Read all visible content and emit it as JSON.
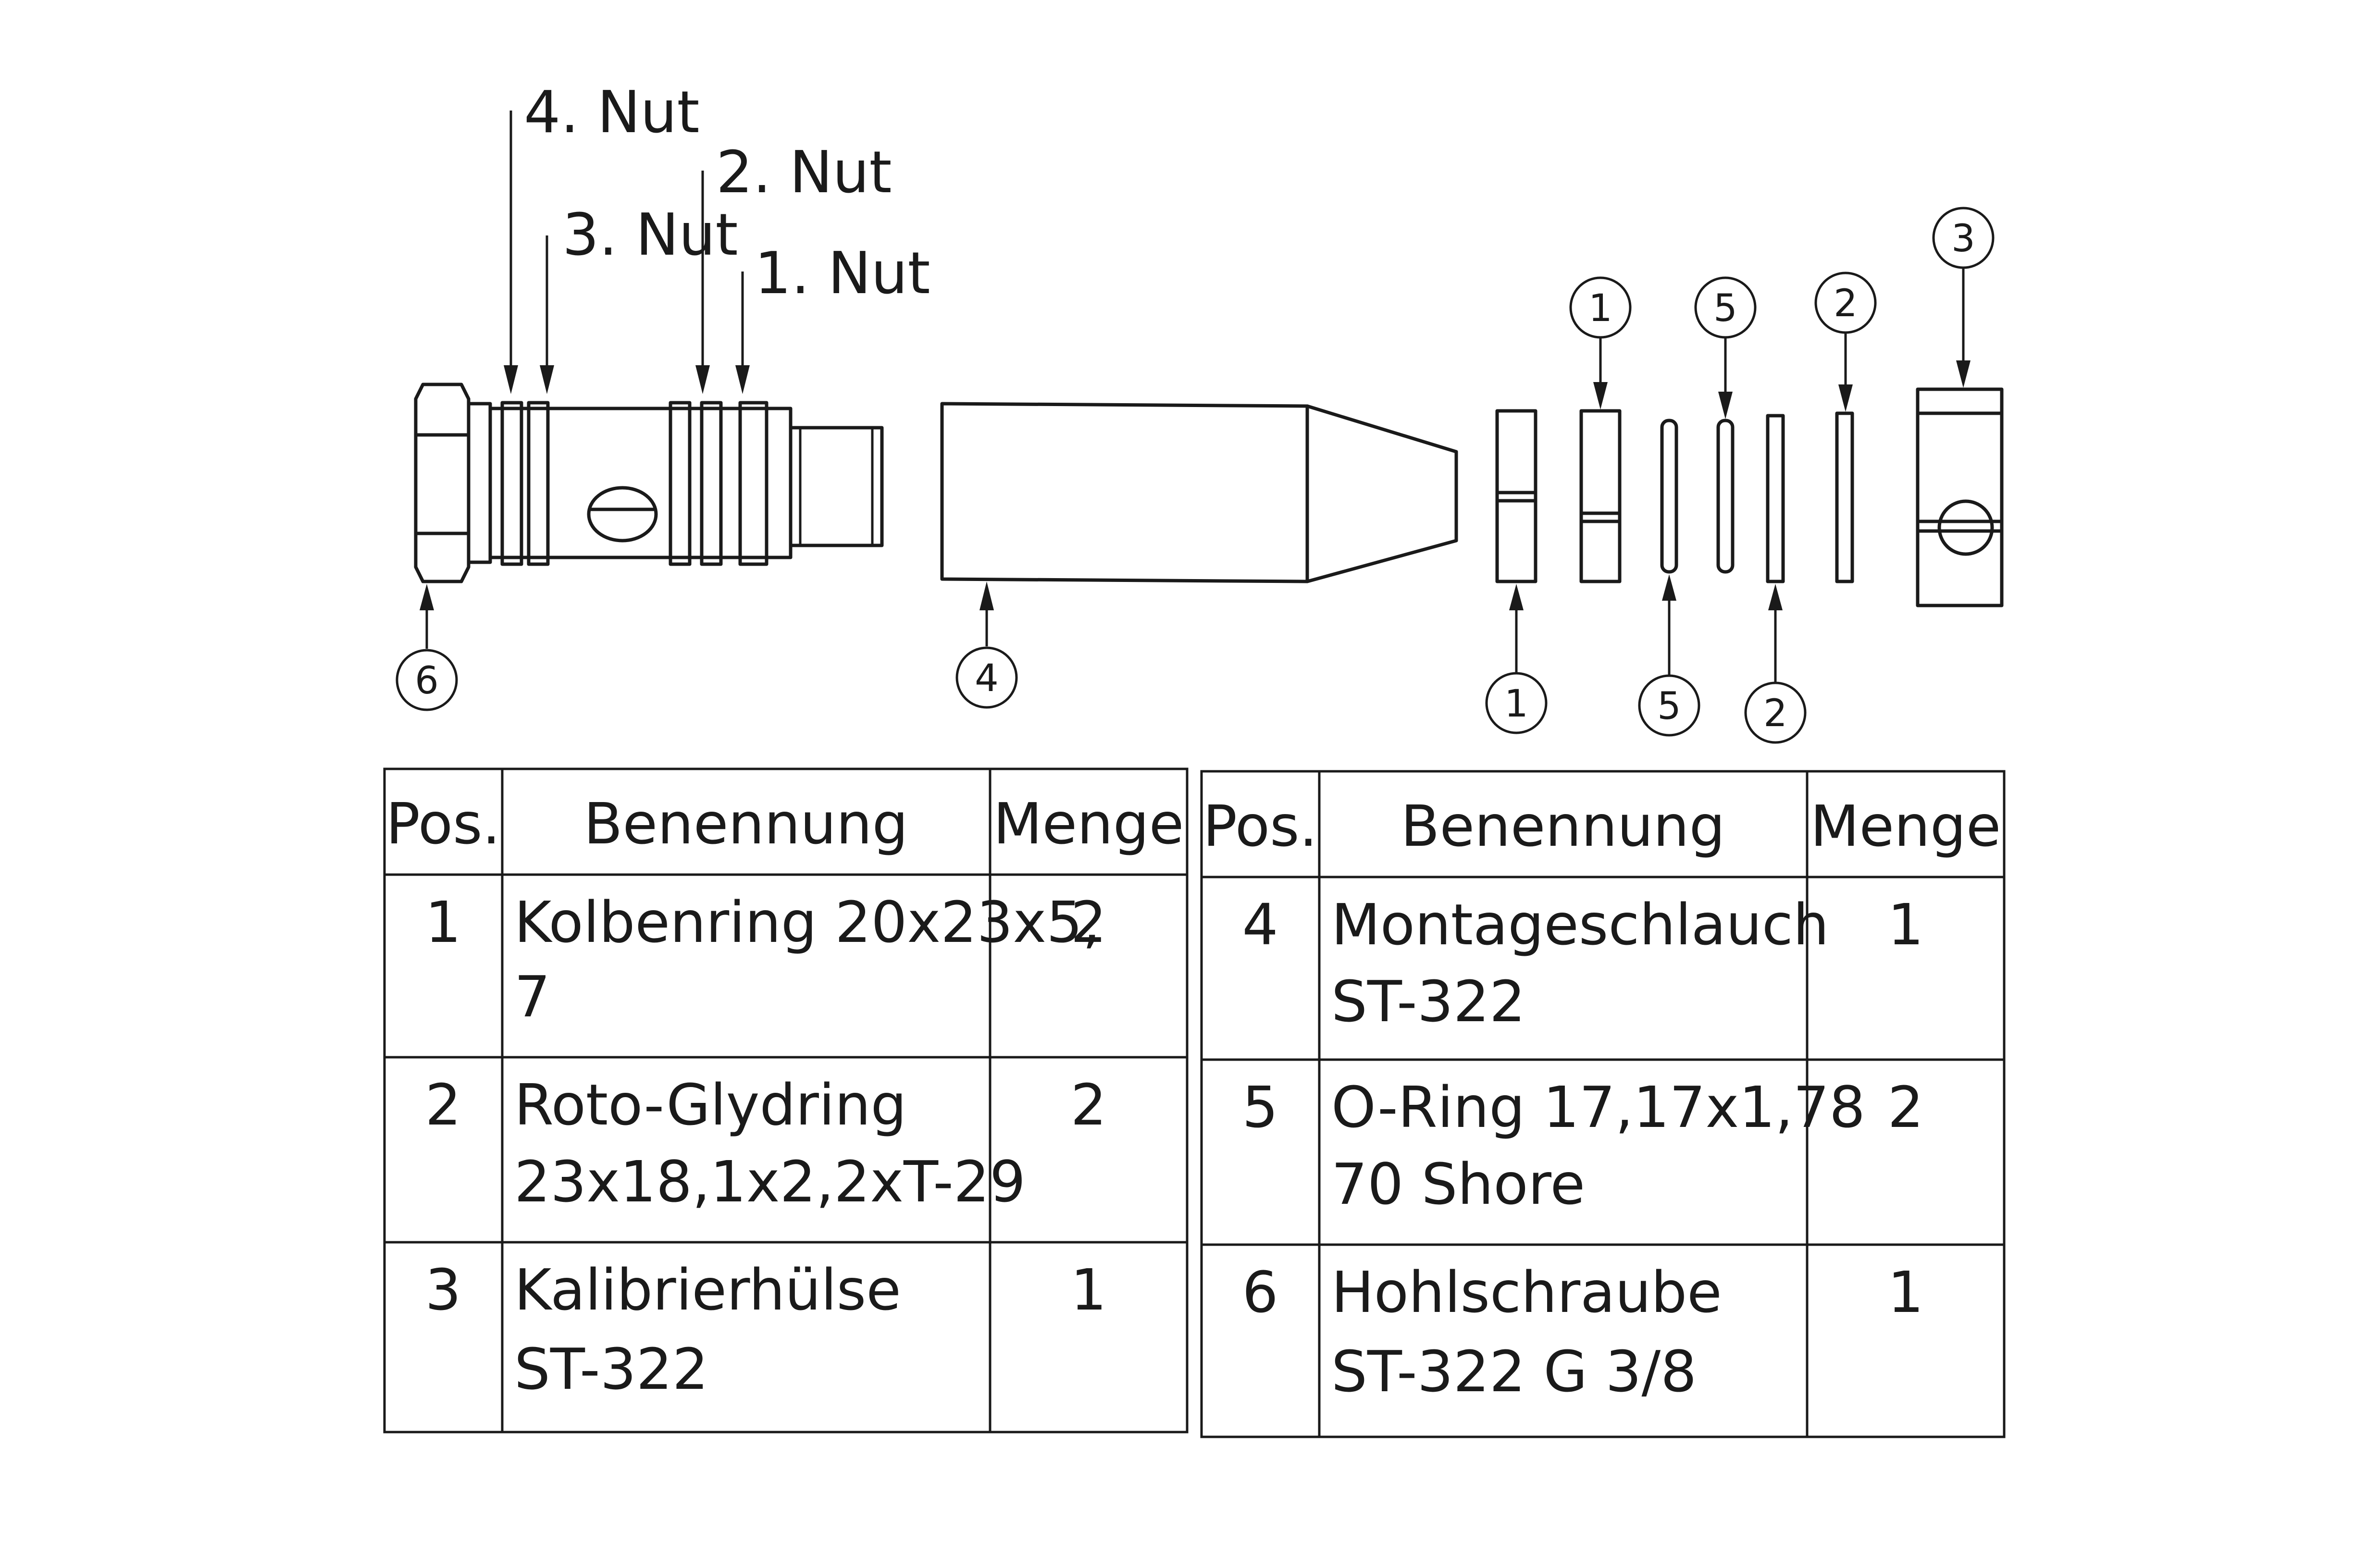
{
  "callouts": {
    "nut4": "4. Nut",
    "nut3": "3. Nut",
    "nut2": "2. Nut",
    "nut1": "1. Nut"
  },
  "balloons": {
    "b6": "6",
    "b4": "4",
    "b1_bottom": "1",
    "b5_bottom": "5",
    "b2_bottom": "2",
    "b1_top": "1",
    "b5_top": "5",
    "b2_top": "2",
    "b3_top": "3"
  },
  "tables": [
    {
      "headers": {
        "pos": "Pos.",
        "name": "Benennung",
        "qty": "Menge"
      },
      "rows": [
        {
          "pos": "1",
          "name1": "Kolbenring 20x23x5,",
          "name2": "7",
          "qty": "2"
        },
        {
          "pos": "2",
          "name1": "Roto-Glydring",
          "name2": "23x18,1x2,2xT-29",
          "qty": "2"
        },
        {
          "pos": "3",
          "name1": "Kalibrierhülse",
          "name2": "ST-322",
          "qty": "1"
        }
      ]
    },
    {
      "headers": {
        "pos": "Pos.",
        "name": "Benennung",
        "qty": "Menge"
      },
      "rows": [
        {
          "pos": "4",
          "name1": "Montageschlauch",
          "name2": "ST-322",
          "qty": "1"
        },
        {
          "pos": "5",
          "name1": "O-Ring 17,17x1,78",
          "name2": "70 Shore",
          "qty": "2"
        },
        {
          "pos": "6",
          "name1": "Hohlschraube",
          "name2": "ST-322 G 3/8",
          "qty": "1"
        }
      ]
    }
  ]
}
